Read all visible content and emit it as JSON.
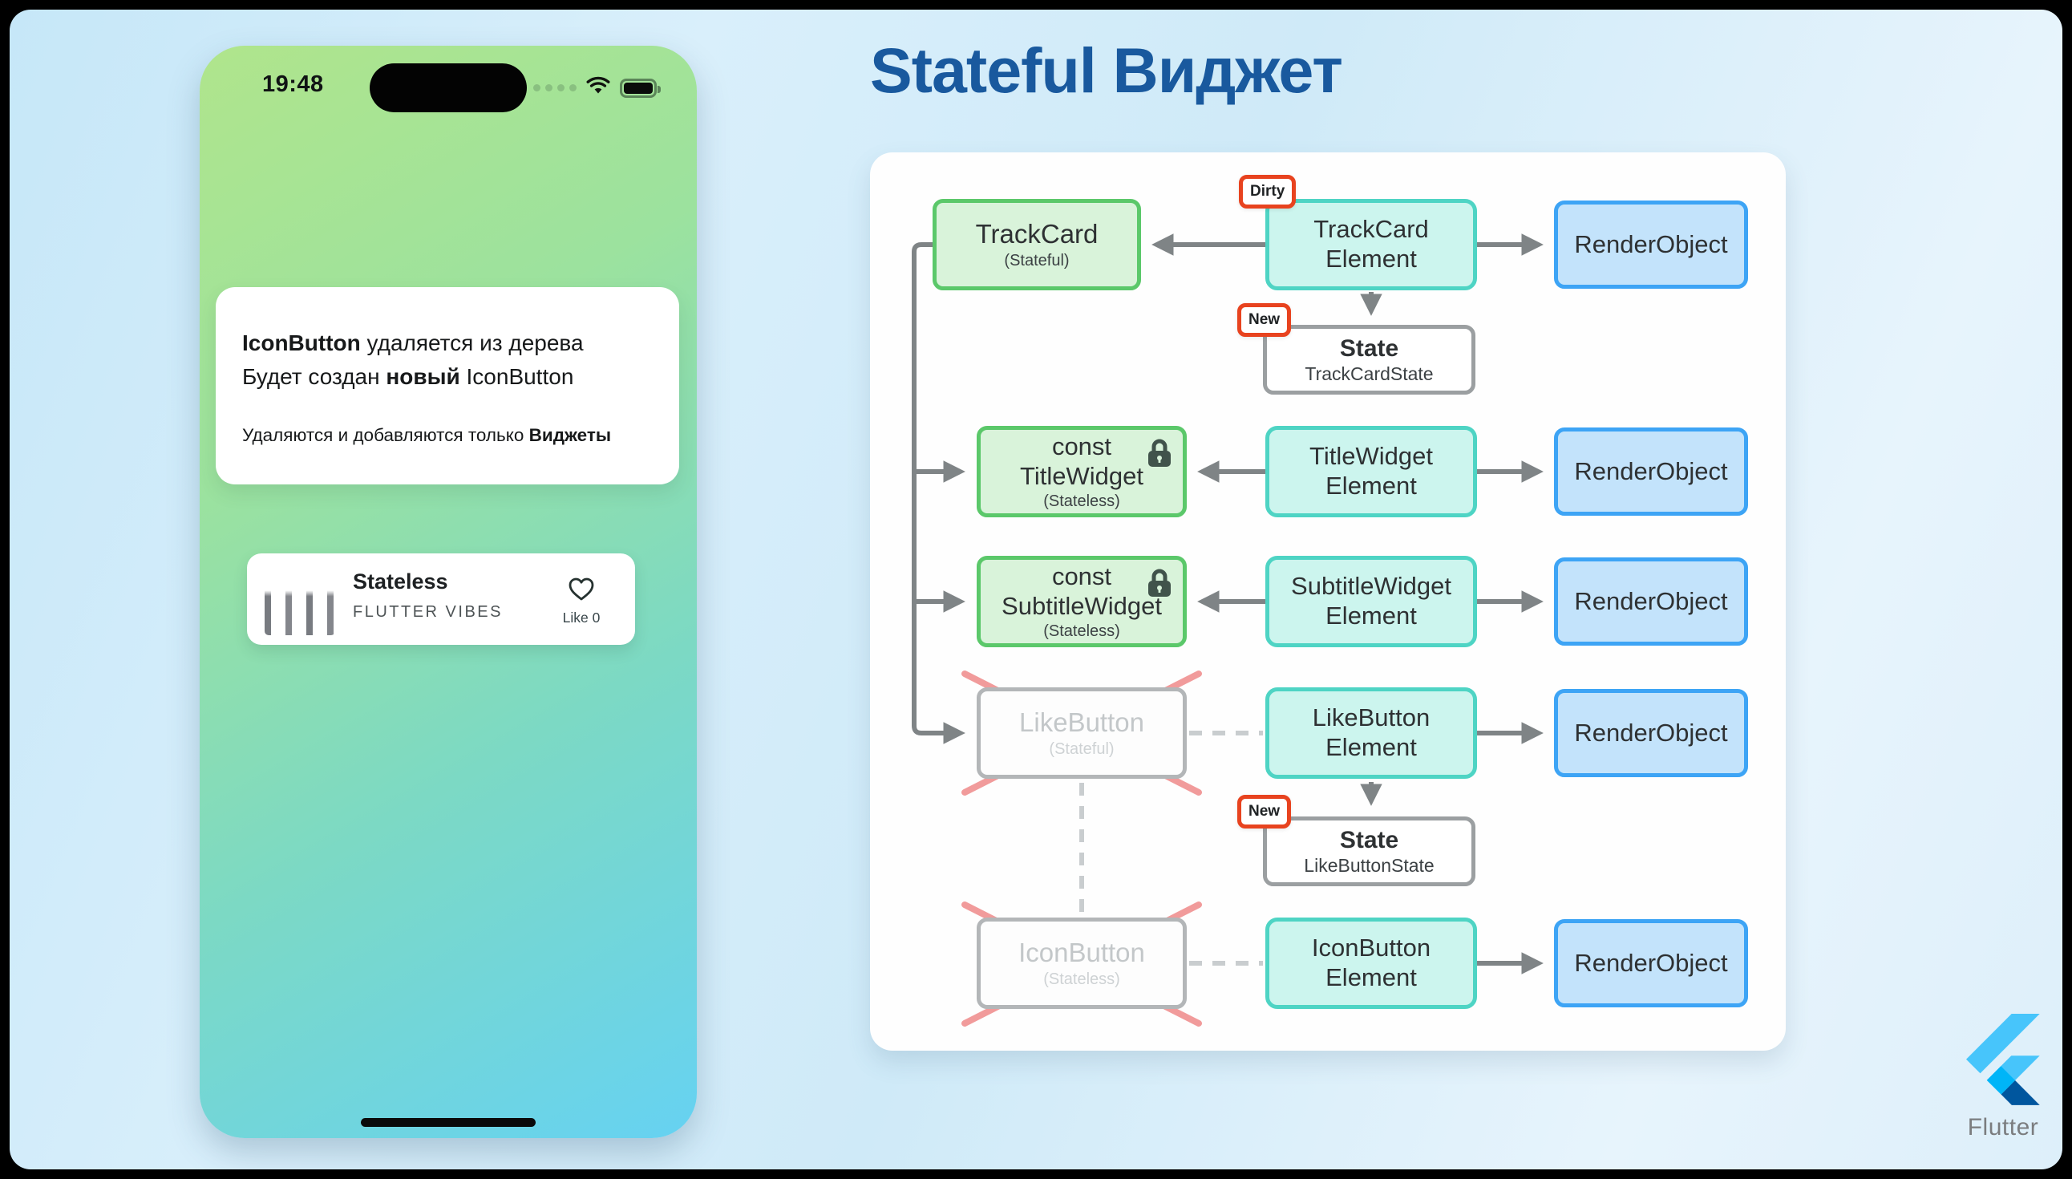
{
  "title": "Stateful Виджет",
  "phone": {
    "time": "19:48",
    "info_card": {
      "l1_bold": "IconButton",
      "l1_rest": " удаляется из дерева",
      "l2_pre": "Будет создан ",
      "l2_bold": "новый",
      "l2_post": " IconButton",
      "l3_pre": "Удаляются и добавляются только ",
      "l3_bold": "Виджеты"
    },
    "track_card": {
      "title": "Stateless",
      "subtitle": "FLUTTER VIBES",
      "like": "Like 0"
    }
  },
  "diagram": {
    "badges": {
      "dirty": "Dirty",
      "new": "New"
    },
    "rows": [
      {
        "widget": {
          "line1": "TrackCard",
          "sub": "(Stateful)"
        },
        "element": {
          "line1": "TrackCard",
          "line2": "Element"
        },
        "render": "RenderObject"
      },
      {
        "widget": {
          "line1": "const",
          "line2": "TitleWidget",
          "sub": "(Stateless)"
        },
        "element": {
          "line1": "TitleWidget",
          "line2": "Element"
        },
        "render": "RenderObject"
      },
      {
        "widget": {
          "line1": "const",
          "line2": "SubtitleWidget",
          "sub": "(Stateless)"
        },
        "element": {
          "line1": "SubtitleWidget",
          "line2": "Element"
        },
        "render": "RenderObject"
      },
      {
        "widget": {
          "line1": "LikeButton",
          "sub": "(Stateful)"
        },
        "element": {
          "line1": "LikeButton",
          "line2": "Element"
        },
        "render": "RenderObject"
      },
      {
        "widget": {
          "line1": "IconButton",
          "sub": "(Stateless)"
        },
        "element": {
          "line1": "IconButton",
          "line2": "Element"
        },
        "render": "RenderObject"
      }
    ],
    "states": [
      {
        "title": "State",
        "sub": "TrackCardState"
      },
      {
        "title": "State",
        "sub": "LikeButtonState"
      }
    ]
  },
  "footer": {
    "brand": "Flutter"
  },
  "colors": {
    "title_blue": "#19599e",
    "widget_green_border": "#5bc86a",
    "element_teal_border": "#4ed4c4",
    "render_blue_border": "#3da4f5",
    "badge_red": "#e8431f",
    "cross_red": "#f19b9b"
  }
}
